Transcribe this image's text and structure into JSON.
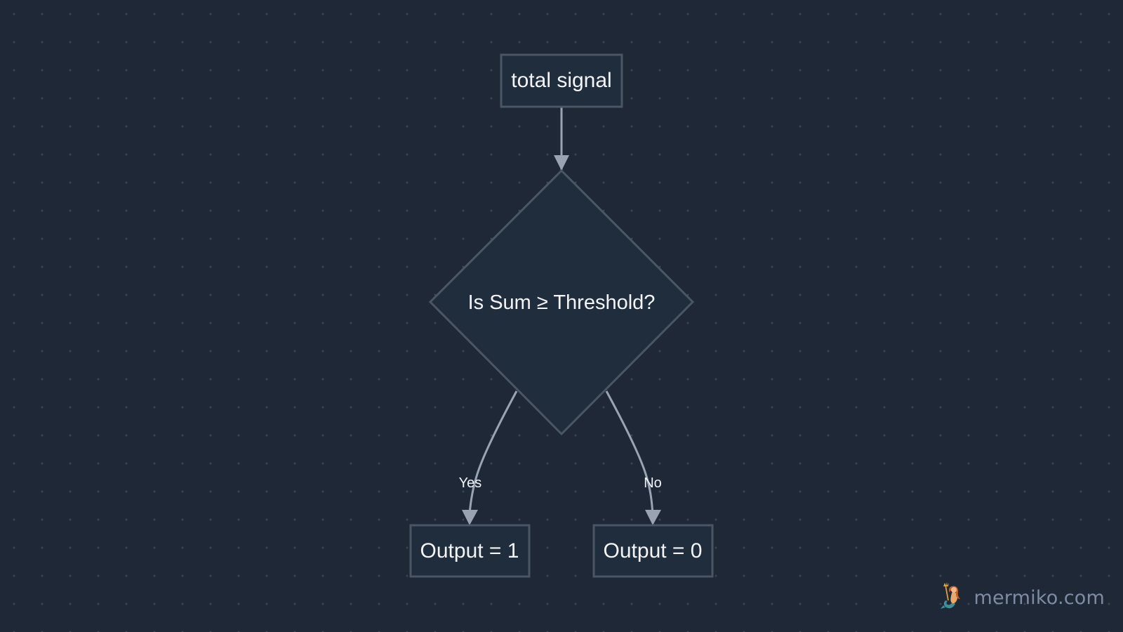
{
  "diagram": {
    "nodes": {
      "start": {
        "label": "total signal",
        "shape": "rect"
      },
      "decision": {
        "label": "Is Sum ≥ Threshold?",
        "shape": "diamond"
      },
      "out_yes": {
        "label": "Output = 1",
        "shape": "rect"
      },
      "out_no": {
        "label": "Output = 0",
        "shape": "rect"
      }
    },
    "edges": [
      {
        "from": "start",
        "to": "decision",
        "label": ""
      },
      {
        "from": "decision",
        "to": "out_yes",
        "label": "Yes"
      },
      {
        "from": "decision",
        "to": "out_no",
        "label": "No"
      }
    ],
    "edge_labels": {
      "yes": "Yes",
      "no": "No"
    }
  },
  "colors": {
    "background": "#1f2837",
    "node_fill": "#1f2d3c",
    "node_stroke": "#4a5565",
    "edge": "#9aa3b2",
    "text": "#f2f4f7"
  },
  "watermark": {
    "text": "mermiko.com",
    "icon": "mermaid-logo-icon"
  }
}
